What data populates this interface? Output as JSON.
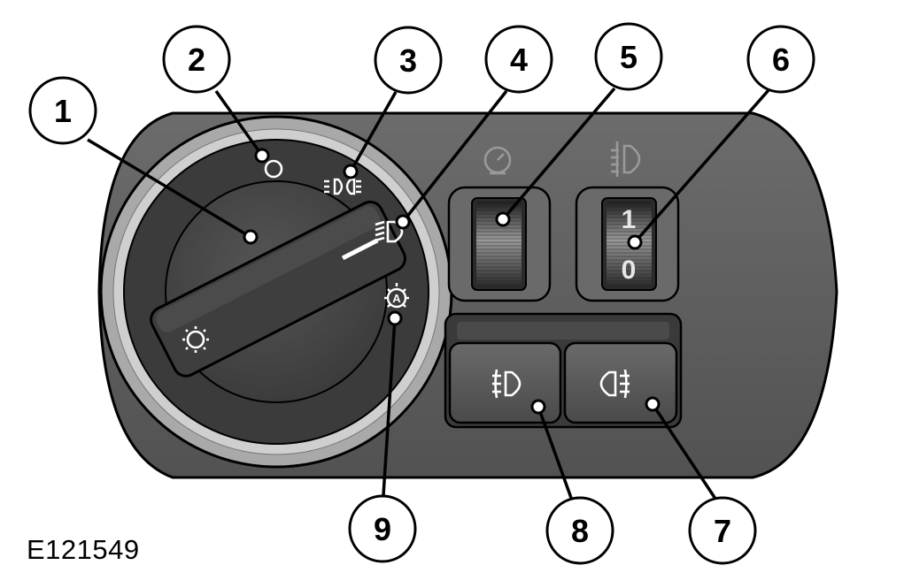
{
  "figure": {
    "reference_code": "E121549",
    "colors": {
      "panel": "#5e5e5e",
      "panel_dark": "#3a3a3a",
      "ring": "#bdbdbd",
      "knob": "#474747",
      "leader": "#000000",
      "callout_fill": "#ffffff"
    }
  },
  "callouts": [
    {
      "number": "1",
      "target": "light-switch-knob"
    },
    {
      "number": "2",
      "target": "off-position"
    },
    {
      "number": "3",
      "target": "side-lights-position"
    },
    {
      "number": "4",
      "target": "headlights-position"
    },
    {
      "number": "5",
      "target": "instrument-illumination-wheel"
    },
    {
      "number": "6",
      "target": "headlamp-leveling-wheel"
    },
    {
      "number": "7",
      "target": "rear-fog-lamp-button"
    },
    {
      "number": "8",
      "target": "front-fog-lamp-button"
    },
    {
      "number": "9",
      "target": "auto-lamps-position"
    }
  ],
  "leveling_wheel": {
    "top_digit": "1",
    "bottom_digit": "0"
  },
  "icons": {
    "off": "off-circle-icon",
    "side_lights": "side-lights-icon",
    "headlights": "headlight-icon",
    "auto": "auto-headlight-icon",
    "knob": "parking-light-icon",
    "dimmer": "instrument-dimmer-icon",
    "leveling": "headlamp-leveling-icon",
    "front_fog": "front-fog-icon",
    "rear_fog": "rear-fog-icon"
  }
}
